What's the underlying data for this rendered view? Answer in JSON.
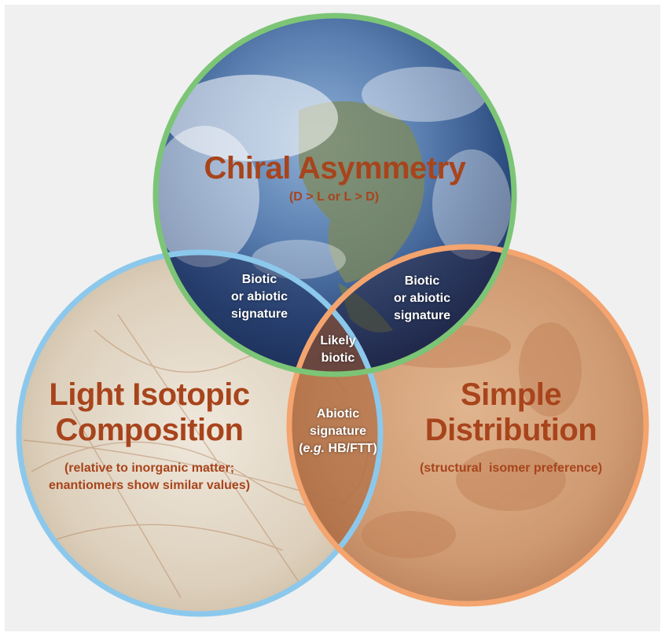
{
  "colors": {
    "top_ring": "#7cc576",
    "left_ring": "#8cc8ec",
    "right_ring": "#f4a46e",
    "label": "#a8441c"
  },
  "circles": {
    "top": {
      "title": "Chiral Asymmetry",
      "subtitle": "(D > L or L > D)"
    },
    "left": {
      "title_line1": "Light Isotopic",
      "title_line2": "Composition",
      "subtitle_line1": "(relative to inorganic matter;",
      "subtitle_line2": "enantiomers show similar values)"
    },
    "right": {
      "title_line1": "Simple",
      "title_line2": "Distribution",
      "subtitle": "(structural  isomer preference)"
    }
  },
  "overlaps": {
    "top_left": {
      "line1": "Biotic",
      "line2": "or abiotic",
      "line3": "signature"
    },
    "top_right": {
      "line1": "Biotic",
      "line2": "or abiotic",
      "line3": "signature"
    },
    "center": {
      "line1": "Likely",
      "line2": "biotic"
    },
    "left_right": {
      "line1": "Abiotic",
      "line2": "signature",
      "line3_prefix": "(",
      "line3_em": "e.g.",
      "line3_suffix": " HB/FTT)"
    }
  }
}
